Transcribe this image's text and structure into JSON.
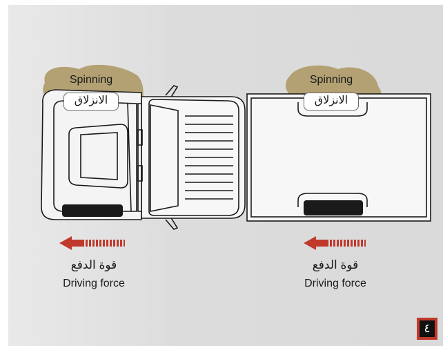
{
  "labels": {
    "spinning_left": "Spinning",
    "spinning_left_ar": "الانزلاق",
    "spinning_right": "Spinning",
    "spinning_right_ar": "الانزلاق",
    "force_left_ar": "قوة الدفع",
    "force_left_en": "Driving force",
    "force_right_ar": "قوة الدفع",
    "force_right_en": "Driving force"
  },
  "page": {
    "number": "٤"
  },
  "colors": {
    "mud": "#b3a173",
    "arrow": "#c0392b",
    "tire": "#1a1a1a",
    "background": "#dedede"
  }
}
